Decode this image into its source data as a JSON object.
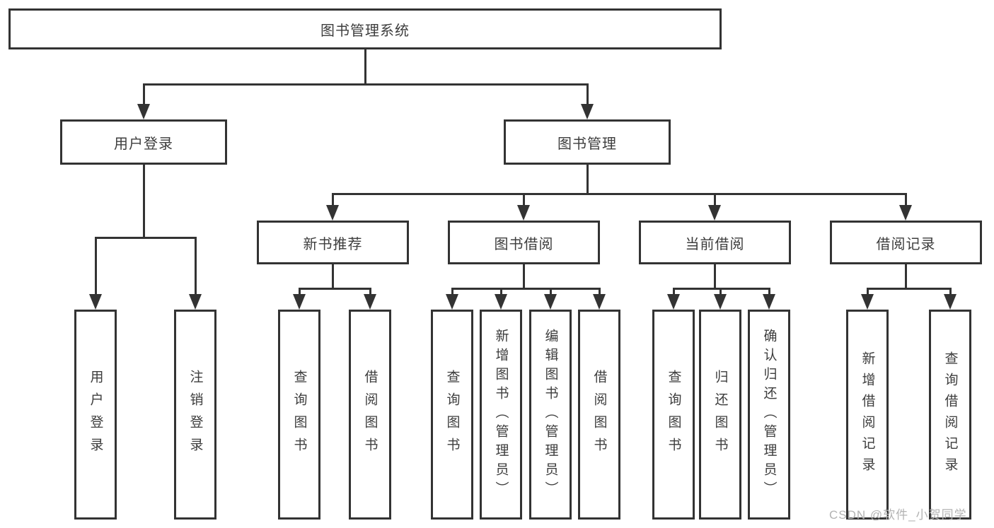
{
  "tree": {
    "label": "图书管理系统",
    "children": [
      {
        "label": "用户登录",
        "children": [
          {
            "label": "用户登录"
          },
          {
            "label": "注销登录"
          }
        ]
      },
      {
        "label": "图书管理",
        "children": [
          {
            "label": "新书推荐",
            "children": [
              {
                "label": "查询图书"
              },
              {
                "label": "借阅图书"
              }
            ]
          },
          {
            "label": "图书借阅",
            "children": [
              {
                "label": "查询图书"
              },
              {
                "label": "新增图书（管理员）"
              },
              {
                "label": "编辑图书（管理员）"
              },
              {
                "label": "借阅图书"
              }
            ]
          },
          {
            "label": "当前借阅",
            "children": [
              {
                "label": "查询图书"
              },
              {
                "label": "归还图书"
              },
              {
                "label": "确认归还（管理员）"
              }
            ]
          },
          {
            "label": "借阅记录",
            "children": [
              {
                "label": "新增借阅记录"
              },
              {
                "label": "查询借阅记录"
              }
            ]
          }
        ]
      }
    ]
  },
  "watermark": {
    "text": "CSDN @软件_小贺同学"
  },
  "colors": {
    "line": "#333333",
    "text": "#3d3d3d",
    "watermark": "#b3b3b3",
    "background": "#ffffff"
  }
}
